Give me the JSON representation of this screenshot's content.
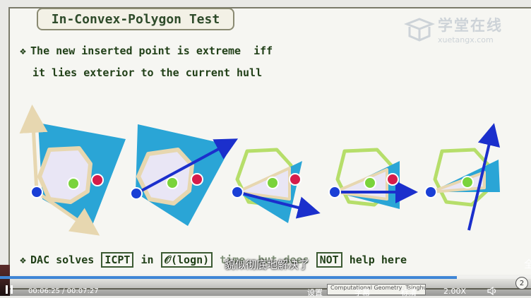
{
  "slide": {
    "title": "In-Convex-Polygon Test",
    "bullet1_line1": "The new inserted point is extreme  iff",
    "bullet1_line2": "it lies exterior to the current hull",
    "bullet_symbol": "❖",
    "dac_prefix": "DAC solves",
    "dac_icpt": "ICPT",
    "dac_in": "in",
    "dac_complexity": "𝒪(logn)",
    "dac_hidden": "time, but does",
    "dac_not": "NOT",
    "dac_suffix": "help here",
    "page_number": "2"
  },
  "logo": {
    "name_cn": "学堂在线",
    "domain": "xuetangx.com"
  },
  "player": {
    "subtitle": "貌似彻底地解决了",
    "current_time": "00:06:25",
    "total_time": "00:07:27",
    "progress": 0.86,
    "settings_label": "设置",
    "captions_label": "字幕",
    "quality_label": "标清",
    "speed_label": "2.00X",
    "course_chip": "Computational Geometry, Tsinghua University",
    "fullscreen_label": "全"
  },
  "colors": {
    "hull_fill": "#2aa5d6",
    "polygon_fill": "#e9e6f5",
    "polygon_stroke": "#e7d7b0",
    "green_poly_stroke": "#b6de6a",
    "blue_point": "#1a3fd6",
    "green_point": "#7ad33b",
    "red_point": "#d61c4a",
    "arrow": "#1b2fcc",
    "accent": "#3f86d6"
  }
}
